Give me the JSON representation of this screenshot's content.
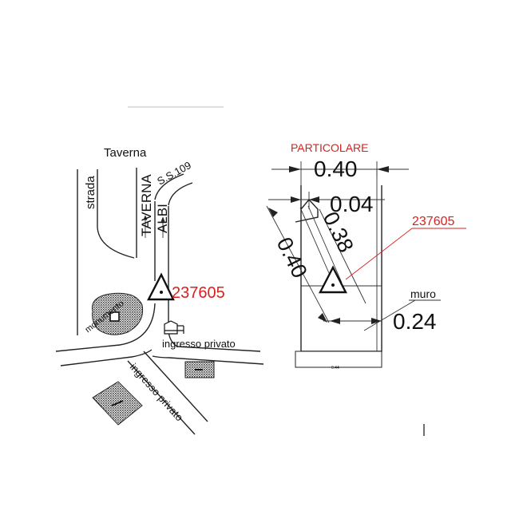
{
  "colors": {
    "ink": "#222222",
    "accent": "#d9201f",
    "hatch": "#444444"
  },
  "map": {
    "place_label": "Taverna",
    "road_label": "strada",
    "road_name_1": "TAVERNA",
    "road_name_2": "ALBI",
    "road_code": "S.S.109",
    "monument_label": "monumento",
    "benchmark_id": "237605",
    "private_entrance_1": "ingresso privato",
    "private_entrance_2": "ingresso privato"
  },
  "detail": {
    "title": "PARTICOLARE",
    "dim_width_top": "0.40",
    "dim_offset": "0.04",
    "dim_diag": "0.38",
    "dim_left": "0.40",
    "dim_wall": "0.24",
    "wall_label": "muro",
    "benchmark_id": "237605",
    "dim_bottom_small": "0.44"
  }
}
